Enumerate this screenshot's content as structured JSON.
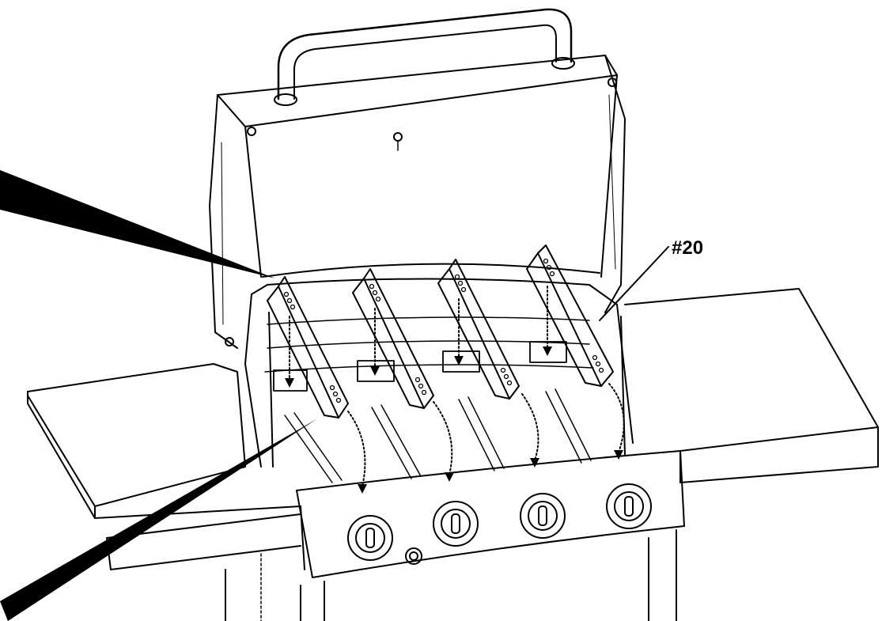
{
  "diagram": {
    "part_label": "#20",
    "line_color": "#000000",
    "fill_color": "#ffffff",
    "burner_count": 4,
    "control_knob_count": 4,
    "flame_tamer_count": 4,
    "icons": [
      "grill-body-outline",
      "control-knob-icon",
      "igniter-button-icon",
      "downward-dotted-arrow-icon"
    ]
  }
}
